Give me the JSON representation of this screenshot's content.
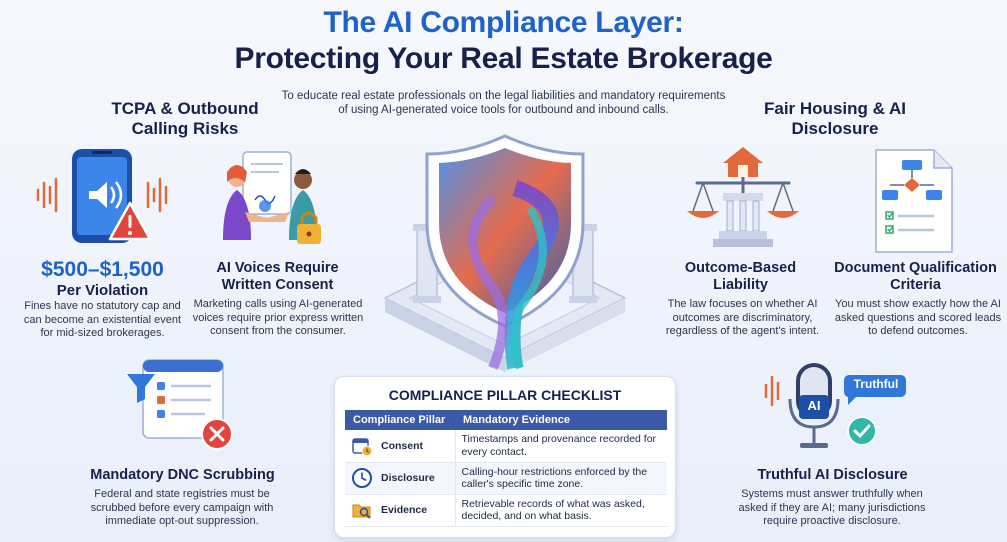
{
  "header": {
    "title_line1": "The AI Compliance Layer:",
    "title_line2": "Protecting Your Real Estate Brokerage",
    "subtitle": "To educate real estate professionals on the legal liabilities and mandatory requirements of using AI-generated voice tools for outbound and inbound calls."
  },
  "left": {
    "section_title": "TCPA & Outbound Calling Risks",
    "violation": {
      "amount": "$500–$1,500",
      "label": "Per Violation",
      "text": "Fines have no statutory cap and can become an existential event for mid-sized brokerages."
    },
    "consent": {
      "title": "AI Voices Require Written Consent",
      "text": "Marketing calls using AI-generated voices require prior express written consent from the consumer."
    },
    "dnc": {
      "title": "Mandatory DNC Scrubbing",
      "text": "Federal and state registries must be scrubbed before every campaign with immediate opt-out suppression."
    }
  },
  "right": {
    "section_title": "Fair Housing & AI Disclosure",
    "outcome": {
      "title": "Outcome-Based Liability",
      "text": "The law focuses on whether AI outcomes are discriminatory, regardless of the agent's intent."
    },
    "document": {
      "title": "Document Qualification Criteria",
      "text": "You must show exactly how the AI asked questions and scored leads to defend outcomes."
    },
    "truthful": {
      "badge": "Truthful",
      "mic_label": "AI",
      "title": "Truthful AI Disclosure",
      "text": "Systems must answer truthfully when asked if they are AI; many jurisdictions require proactive disclosure."
    }
  },
  "checklist": {
    "title": "COMPLIANCE PILLAR CHECKLIST",
    "col_pillar": "Compliance Pillar",
    "col_evidence": "Mandatory Evidence",
    "rows": [
      {
        "pillar": "Consent",
        "icon": "calendar-clock-icon",
        "evidence": "Timestamps and provenance recorded for every contact."
      },
      {
        "pillar": "Disclosure",
        "icon": "clock-icon",
        "evidence": "Calling-hour restrictions enforced by the caller's specific time zone."
      },
      {
        "pillar": "Evidence",
        "icon": "folder-search-icon",
        "evidence": "Retrievable records of what was asked, decided, and on what basis."
      }
    ]
  },
  "colors": {
    "accent_blue": "#1e63c8",
    "navy": "#17214a",
    "alert_red": "#e2453c",
    "table_header": "#3a5aa8"
  }
}
